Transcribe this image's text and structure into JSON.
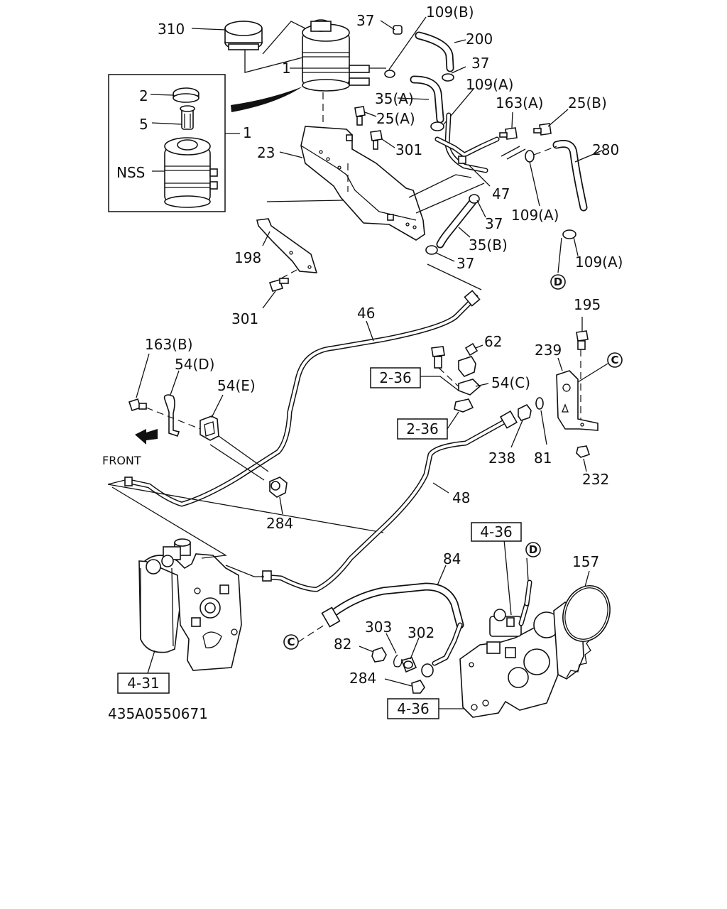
{
  "labels": {
    "l310": "310",
    "l1a": "1",
    "l37a": "37",
    "l109b": "109(B)",
    "l200": "200",
    "l37b": "37",
    "l109a1": "109(A)",
    "l35a": "35(A)",
    "l25a": "25(A)",
    "l163a": "163(A)",
    "l25b": "25(B)",
    "l2": "2",
    "l5": "5",
    "l1b": "1",
    "lnss": "NSS",
    "l23": "23",
    "l301a": "301",
    "l280": "280",
    "l47": "47",
    "l109a2": "109(A)",
    "l37c": "37",
    "l35b": "35(B)",
    "l37d": "37",
    "l109a3": "109(A)",
    "l198": "198",
    "l301b": "301",
    "l46": "46",
    "l195": "195",
    "l163b": "163(B)",
    "l54d": "54(D)",
    "l62": "62",
    "l239": "239",
    "l54e": "54(E)",
    "l54c": "54(C)",
    "lfront": "FRONT",
    "l238": "238",
    "l81": "81",
    "l232": "232",
    "l48": "48",
    "l284a": "284",
    "l84": "84",
    "l157": "157",
    "l303": "303",
    "l302": "302",
    "l82": "82",
    "l284b": "284",
    "circleD1": "D",
    "circleD2": "D",
    "circleC1": "C",
    "circleC2": "C"
  },
  "references": {
    "r236a": "2-36",
    "r236b": "2-36",
    "r436a": "4-36",
    "r431": "4-31",
    "r436b": "4-36"
  },
  "catalog_number": "435A0550671"
}
